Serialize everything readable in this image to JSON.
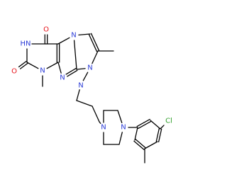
{
  "colors": {
    "bond": "#000000",
    "oxygen": "#e6131a",
    "nitrogen": "#2a3bd7",
    "chlorine": "#2f9e2a",
    "carbon": "#000000"
  },
  "atoms": [
    {
      "key": "o_top",
      "symbol": "O",
      "element": "oxygen"
    },
    {
      "key": "nh",
      "symbol": "HN",
      "element": "nitrogen"
    },
    {
      "key": "o_left",
      "symbol": "O",
      "element": "oxygen"
    },
    {
      "key": "n1",
      "symbol": "N",
      "element": "nitrogen"
    },
    {
      "key": "n3",
      "symbol": "N",
      "element": "nitrogen"
    },
    {
      "key": "n7",
      "symbol": "N",
      "element": "nitrogen"
    },
    {
      "key": "n9",
      "symbol": "N",
      "element": "nitrogen"
    },
    {
      "key": "n_im",
      "symbol": "N",
      "element": "nitrogen"
    },
    {
      "key": "pip_n1",
      "symbol": "N",
      "element": "nitrogen"
    },
    {
      "key": "pip_n2",
      "symbol": "N",
      "element": "nitrogen"
    },
    {
      "key": "cl",
      "symbol": "Cl",
      "element": "chlorine"
    }
  ]
}
